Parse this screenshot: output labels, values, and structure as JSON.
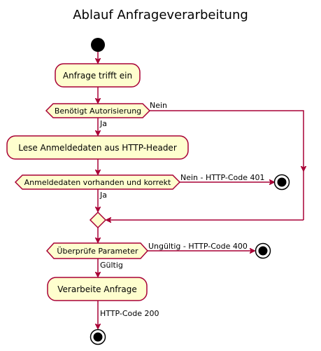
{
  "title": "Ablauf Anfrageverarbeitung",
  "nodes": {
    "request_arrives": "Anfrage trifft ein",
    "auth_required": "Benötigt Autorisierung",
    "read_credentials": "Lese Anmeldedaten aus HTTP-Header",
    "credentials_ok": "Anmeldedaten vorhanden und korrekt",
    "check_params": "Überprüfe Parameter",
    "process_request": "Verarbeite Anfrage"
  },
  "edges": {
    "auth_no": "Nein",
    "auth_yes": "Ja",
    "cred_no": "Nein - HTTP-Code 401",
    "cred_yes": "Ja",
    "params_invalid": "Ungültig - HTTP-Code 400",
    "params_valid": "Gültig",
    "done": "HTTP-Code 200"
  },
  "colors": {
    "activity_fill": "#FEFECE",
    "border": "#A80036",
    "start_node": "#000000"
  }
}
